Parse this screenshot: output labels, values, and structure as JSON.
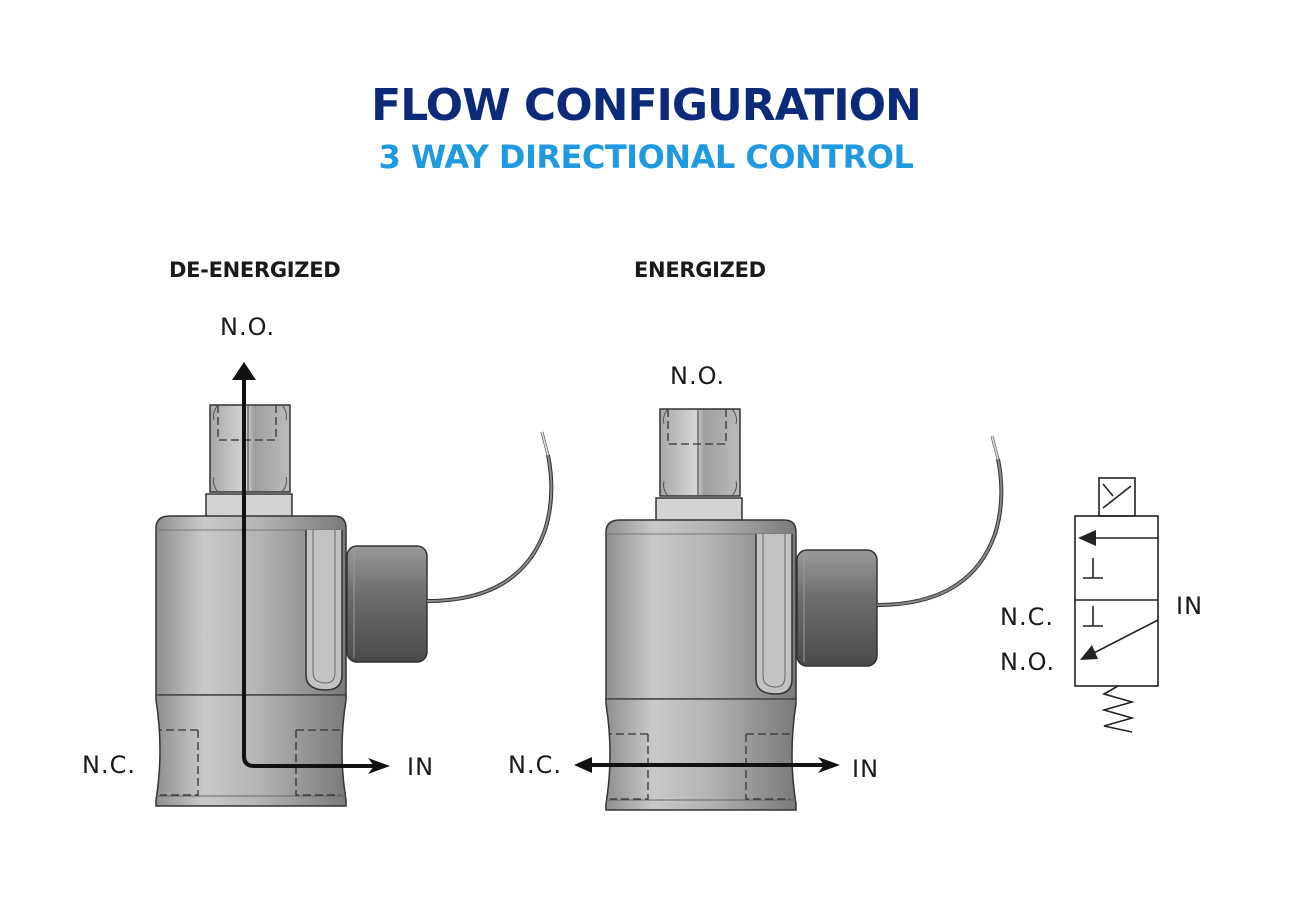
{
  "header": {
    "title": "FLOW CONFIGURATION",
    "subtitle": "3 WAY DIRECTIONAL CONTROL"
  },
  "de_energized": {
    "label": "DE-ENERGIZED",
    "port_no": "N.O.",
    "port_nc": "N.C.",
    "port_in": "IN"
  },
  "energized": {
    "label": "ENERGIZED",
    "port_no": "N.O.",
    "port_nc": "N.C.",
    "port_in": "IN"
  },
  "symbol": {
    "port_in": "IN",
    "port_nc": "N.C.",
    "port_no": "N.O."
  },
  "colors": {
    "title": "#0b2a7a",
    "subtitle": "#1f9ae0",
    "flow_arrow": "#111111"
  }
}
